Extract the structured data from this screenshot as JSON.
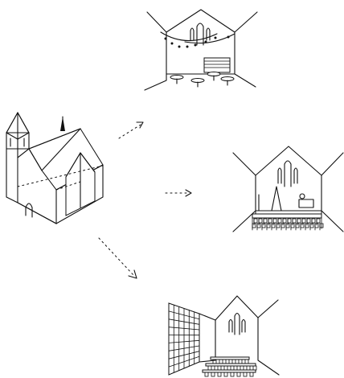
{
  "figure": {
    "panels": [
      {
        "id": "church",
        "icon": "church-building-icon"
      },
      {
        "id": "venue",
        "icon": "church-interior-event-venue-icon"
      },
      {
        "id": "theater",
        "icon": "church-interior-performance-hall-icon"
      },
      {
        "id": "library",
        "icon": "church-interior-library-icon"
      }
    ],
    "arrows": [
      {
        "from": "church",
        "to": "venue"
      },
      {
        "from": "church",
        "to": "theater"
      },
      {
        "from": "church",
        "to": "library"
      }
    ]
  }
}
